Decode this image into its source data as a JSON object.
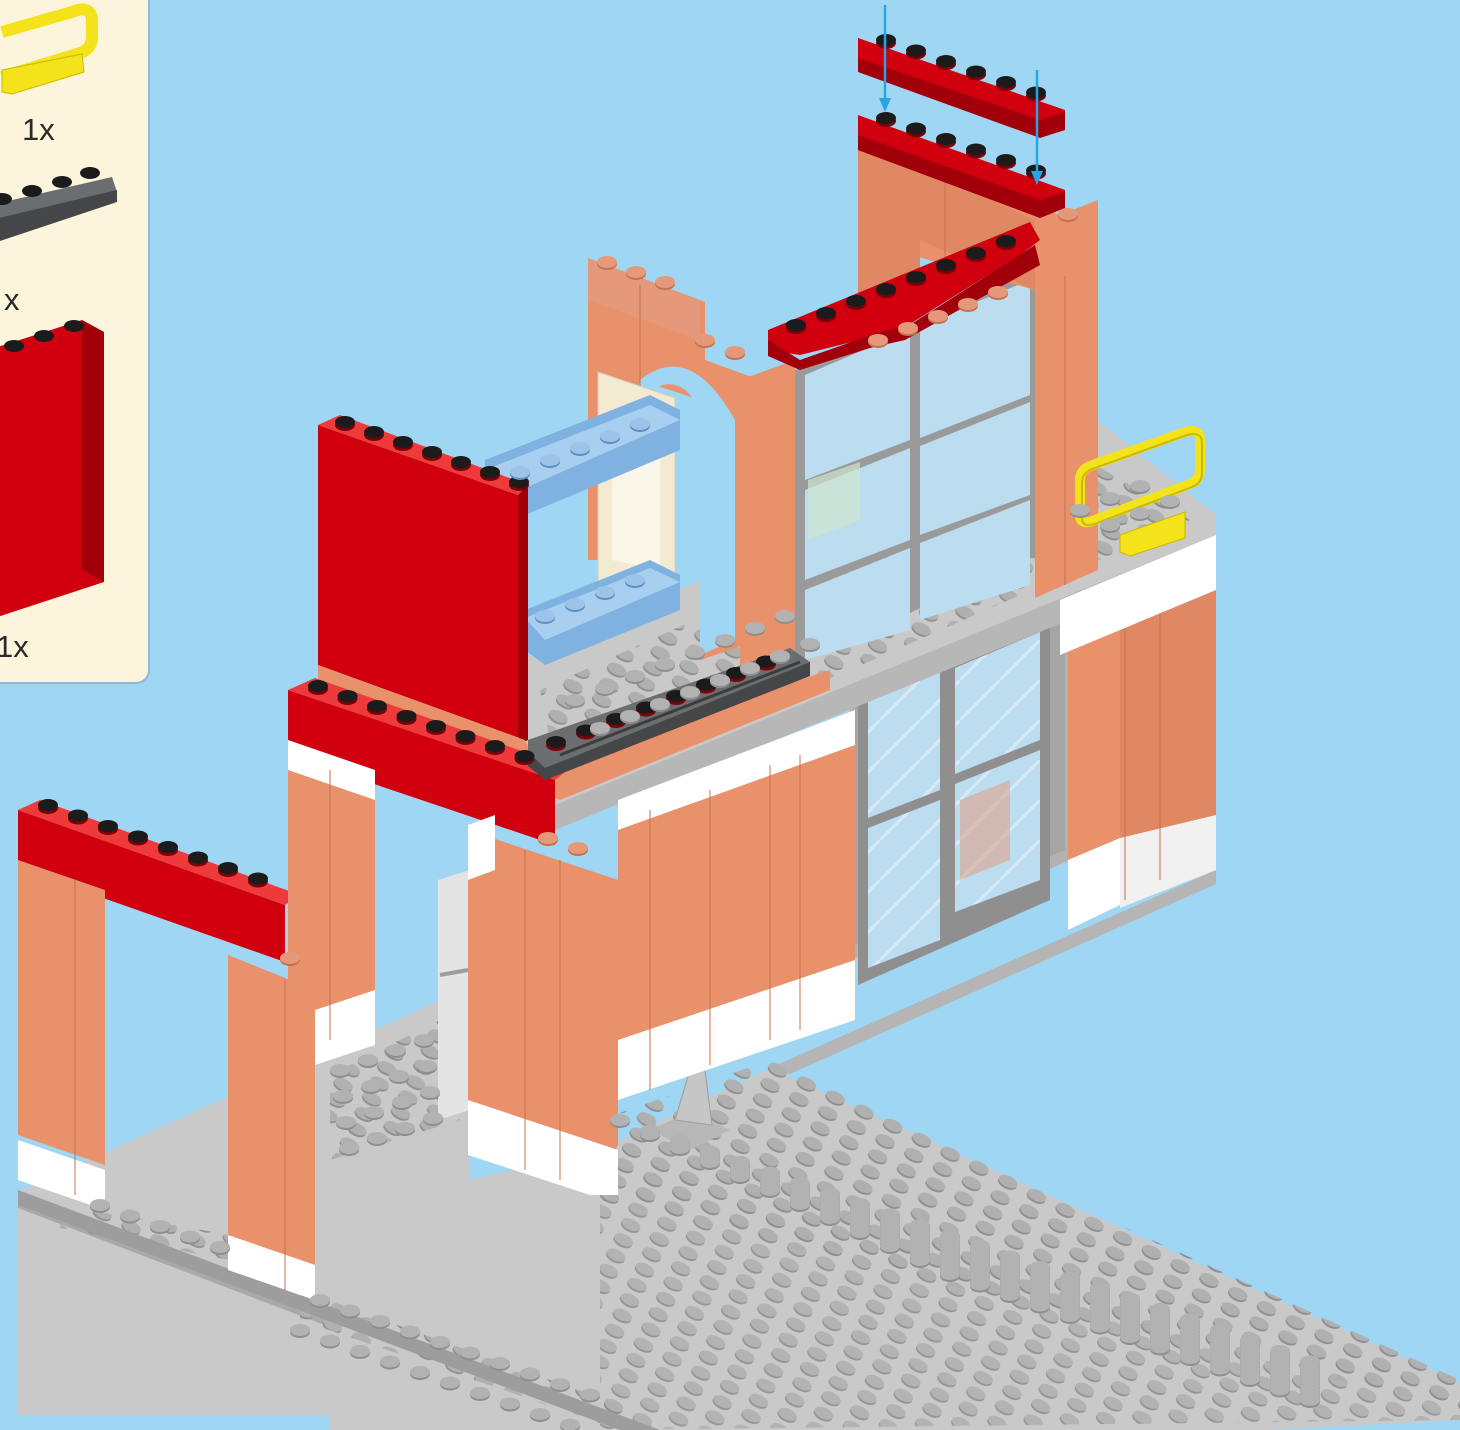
{
  "parts_list": {
    "items": [
      {
        "part": "yellow-handle",
        "color": "#f4e21a",
        "quantity": "1x"
      },
      {
        "part": "dark-gray-rail-plate",
        "color": "#6b6e70",
        "quantity": "x"
      },
      {
        "part": "red-wall-panel",
        "color": "#d0000f",
        "quantity": "1x"
      }
    ]
  },
  "model": {
    "colors": {
      "sky": "#9fd6f4",
      "baseplate": "#c9c9c9",
      "brick": "#e9916b",
      "red": "#d0000f",
      "white": "#ffffff",
      "window_frame": "#9a9a9a",
      "glass": "#b9d9ee",
      "light_blue_plate": "#7fb2e0",
      "tan": "#f3ead2",
      "yellow": "#f4e21a",
      "dark_gray": "#555859",
      "arrow": "#29a3e4"
    }
  }
}
